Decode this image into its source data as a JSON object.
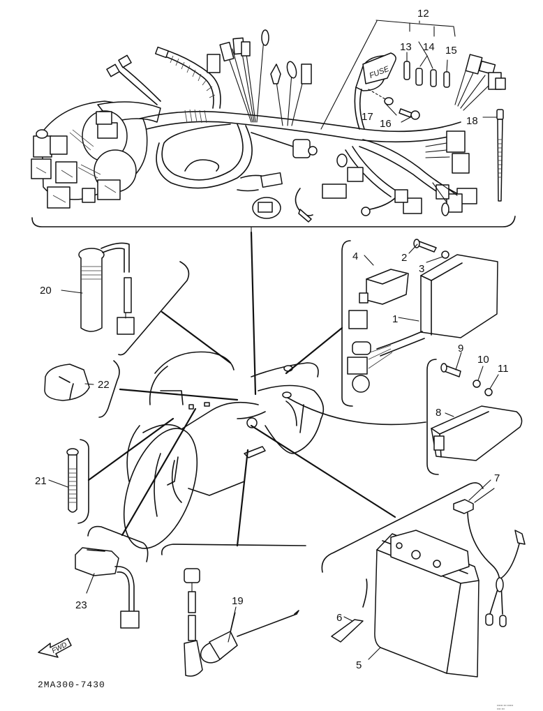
{
  "diagram": {
    "title": "Electrical parts exploded view",
    "drawing_code": "2MA300-7430",
    "fine_print": [
      "•••••• ••• ••••••",
      "•••• •••"
    ],
    "fuse_label": "FUSE",
    "fwd_label": "FWD",
    "callouts": [
      {
        "id": "1",
        "label": "1",
        "part": "control unit (CDI)"
      },
      {
        "id": "2",
        "label": "2",
        "part": "bolt"
      },
      {
        "id": "3",
        "label": "3",
        "part": "washer"
      },
      {
        "id": "4",
        "label": "4",
        "part": "relay"
      },
      {
        "id": "5",
        "label": "5",
        "part": "battery"
      },
      {
        "id": "6",
        "label": "6",
        "part": "battery breather hose"
      },
      {
        "id": "7",
        "label": "7",
        "part": "battery lead / connector"
      },
      {
        "id": "8",
        "label": "8",
        "part": "regulator/rectifier"
      },
      {
        "id": "9",
        "label": "9",
        "part": "bolt"
      },
      {
        "id": "10",
        "label": "10",
        "part": "washer"
      },
      {
        "id": "11",
        "label": "11",
        "part": "nut"
      },
      {
        "id": "12",
        "label": "12",
        "part": "fuse set"
      },
      {
        "id": "13",
        "label": "13",
        "part": "fuse"
      },
      {
        "id": "14",
        "label": "14",
        "part": "fuse"
      },
      {
        "id": "15",
        "label": "15",
        "part": "fuse"
      },
      {
        "id": "16",
        "label": "16",
        "part": "screw"
      },
      {
        "id": "17",
        "label": "17",
        "part": "washer"
      },
      {
        "id": "18",
        "label": "18",
        "part": "cable band"
      },
      {
        "id": "19",
        "label": "19",
        "part": "neutral switch"
      },
      {
        "id": "20",
        "label": "20",
        "part": "thermo unit"
      },
      {
        "id": "21",
        "label": "21",
        "part": "cable band"
      },
      {
        "id": "22",
        "label": "22",
        "part": "connector cover"
      },
      {
        "id": "23",
        "label": "23",
        "part": "sidestand switch"
      }
    ]
  }
}
